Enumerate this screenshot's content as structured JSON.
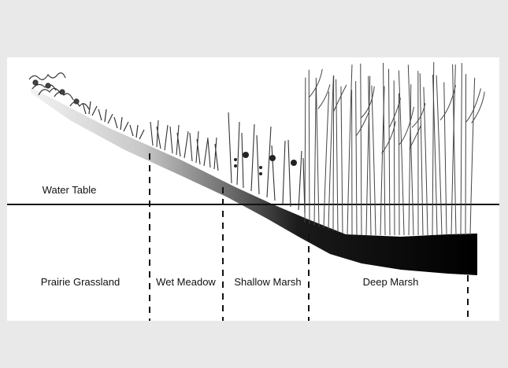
{
  "diagram": {
    "water_table_label": "Water Table",
    "zones": [
      {
        "id": "prairie",
        "label": "Prairie Grassland"
      },
      {
        "id": "wet-meadow",
        "label": "Wet Meadow"
      },
      {
        "id": "shallow-marsh",
        "label": "Shallow Marsh"
      },
      {
        "id": "deep-marsh",
        "label": "Deep Marsh"
      }
    ]
  }
}
